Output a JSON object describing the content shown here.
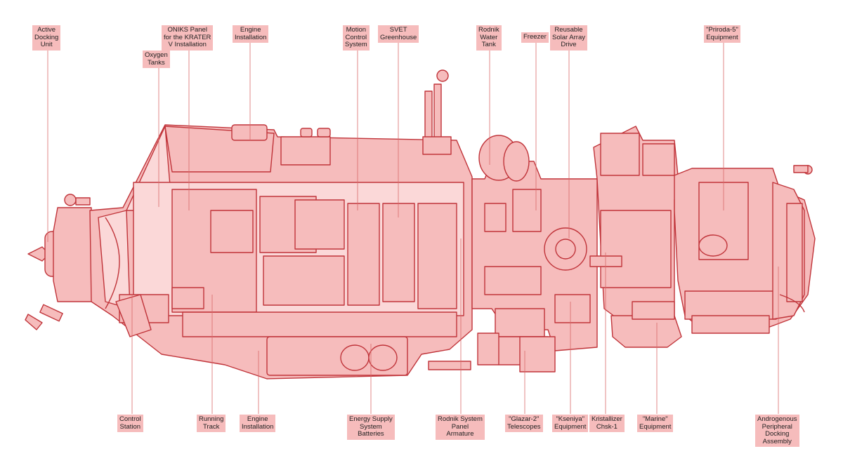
{
  "labels": {
    "active_docking_unit": "Active\nDocking\nUnit",
    "oxygen_tanks": "Oxygen\nTanks",
    "oniks_panel": "ONIKS Panel\nfor the KRATER\nV Installation",
    "engine_installation_top": "Engine\nInstallation",
    "motion_control_system": "Motion\nControl\nSystem",
    "svet_greenhouse": "SVET\nGreenhouse",
    "rodnik_water_tank": "Rodnik\nWater\nTank",
    "freezer": "Freezer",
    "reusable_solar_array_drive": "Reusable\nSolar Array\nDrive",
    "priroda_5_equipment": "\"Priroda-5\"\nEquipment",
    "control_station": "Control\nStation",
    "running_track": "Running\nTrack",
    "engine_installation_bottom": "Engine\nInstallation",
    "energy_supply_batteries": "Energy Supply\nSystem\nBatteries",
    "rodnik_system_panel": "Rodnik System\nPanel\nArmature",
    "glazar_2_telescopes": "\"Glazar-2\"\nTelescopes",
    "kseniya_equipment": "\"Kseniya\"\nEquipment",
    "kristallizer": "Kristallizer\nChsk-1",
    "marine_equipment": "\"Marine\"\nEquipment",
    "androgenous_docking": "Androgenous\nPeripheral\nDocking\nAssembly"
  },
  "colors": {
    "outline": "#c0343a",
    "fill": "#f6bcbc",
    "fill_light": "#fbd8d8",
    "label_bg": "#f6bcbc",
    "leader": "#d96a6a"
  }
}
